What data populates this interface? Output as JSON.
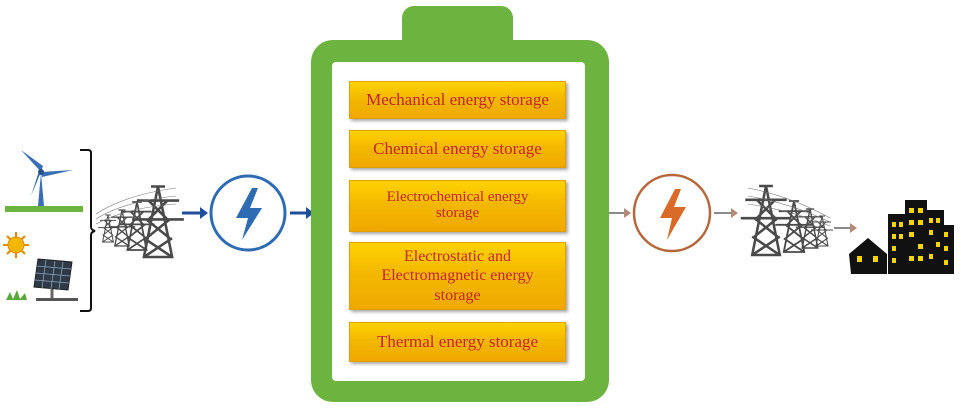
{
  "diagram": {
    "colors": {
      "battery_green": "#6db33f",
      "box_fill": "#f6b900",
      "box_text": "#c0262a",
      "input_ring": "#2d6bb3",
      "input_bolt": "#2d6bb3",
      "output_ring": "#b5673a",
      "output_bolt": "#d96a28",
      "tower": "#4a4a4a",
      "building": "#111111",
      "window": "#f8d400"
    },
    "sources": {
      "wind_turbine_icon": "wind-turbine",
      "sun_icon": "sun",
      "solar_panel_icon": "solar-panel"
    },
    "storage_types": [
      {
        "label": "Mechanical energy storage"
      },
      {
        "label": "Chemical energy storage"
      },
      {
        "label": "Electrochemical energy storage"
      },
      {
        "label": "Electrostatic and Electromagnetic energy storage"
      },
      {
        "label": "Thermal energy storage"
      }
    ]
  }
}
